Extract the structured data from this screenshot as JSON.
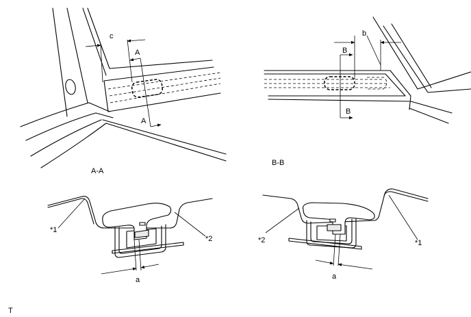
{
  "views": {
    "view_aa": {
      "caption": "A-A"
    },
    "view_bb": {
      "caption": "B-B"
    }
  },
  "labels": {
    "section_a_top": "A",
    "section_a_bottom": "A",
    "section_b_top": "B",
    "section_b_bottom": "B",
    "dim_c": "c",
    "dim_b": "b",
    "dim_a_left": "a",
    "dim_a_right": "a",
    "callout_1_left": "*1",
    "callout_2_left": "*2",
    "callout_2_right": "*2",
    "callout_1_right": "*1",
    "corner_mark": "T"
  }
}
